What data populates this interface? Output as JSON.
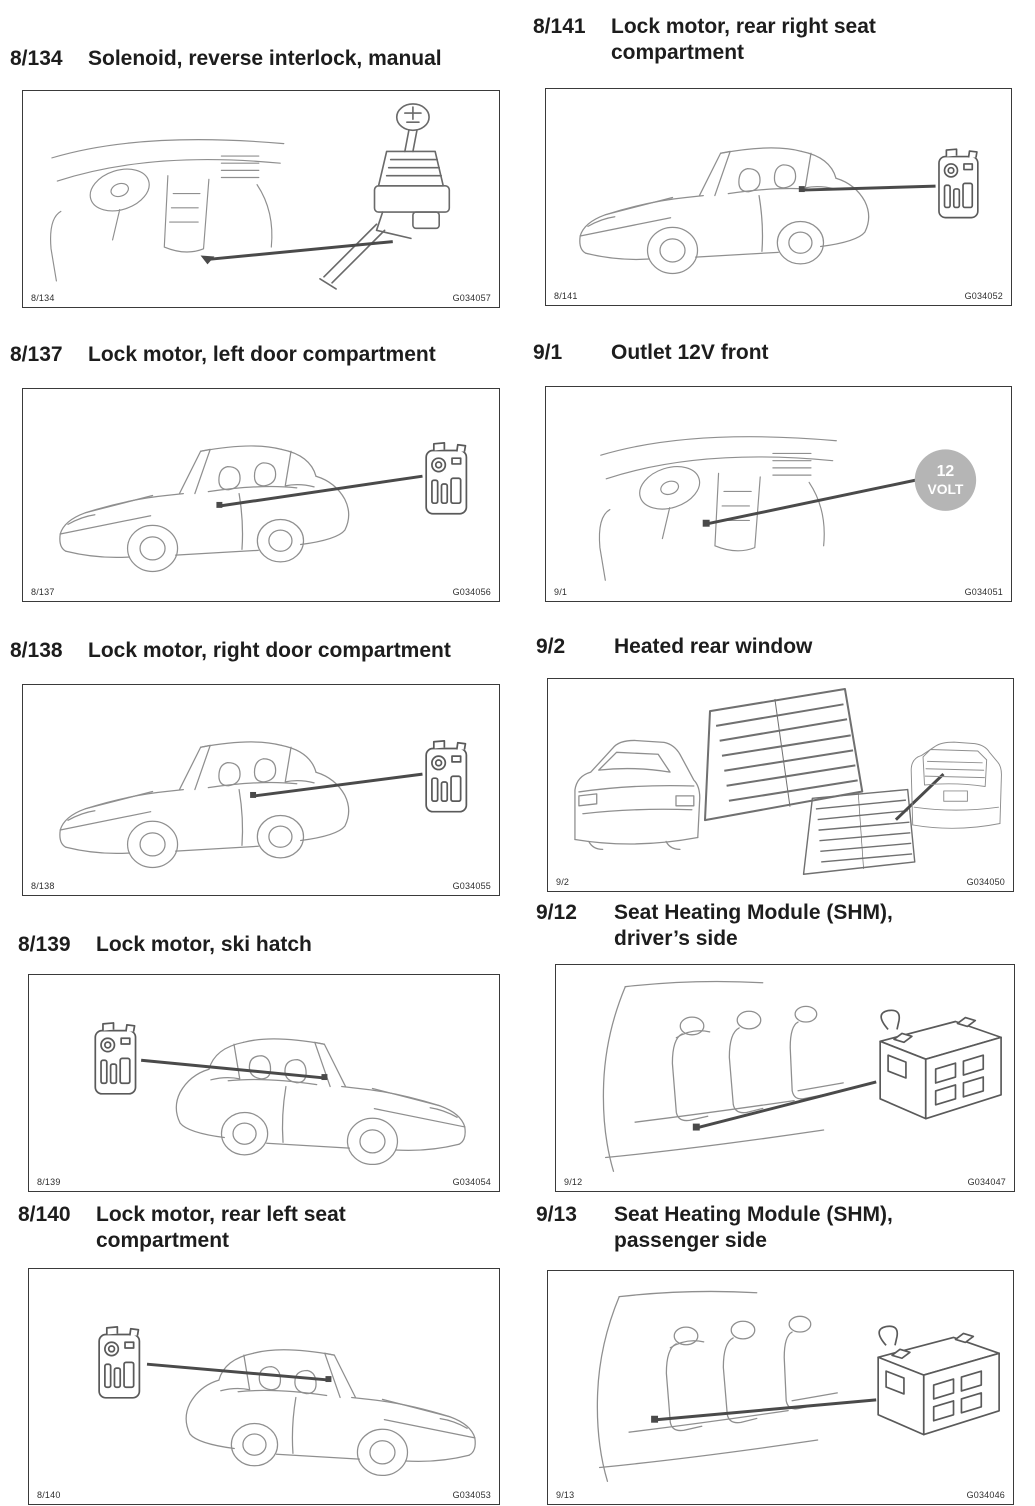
{
  "sections": [
    {
      "number": "8/134",
      "title": "Solenoid, reverse interlock, manual",
      "fig_label": "8/134",
      "fig_code": "G034057"
    },
    {
      "number": "8/137",
      "title": "Lock motor, left door compartment",
      "fig_label": "8/137",
      "fig_code": "G034056"
    },
    {
      "number": "8/138",
      "title": "Lock motor, right door compartment",
      "fig_label": "8/138",
      "fig_code": "G034055"
    },
    {
      "number": "8/139",
      "title": "Lock motor, ski hatch",
      "fig_label": "8/139",
      "fig_code": "G034054"
    },
    {
      "number": "8/140",
      "title": "Lock motor, rear left seat compartment",
      "fig_label": "8/140",
      "fig_code": "G034053"
    },
    {
      "number": "8/141",
      "title": "Lock motor, rear right seat compartment",
      "fig_label": "8/141",
      "fig_code": "G034052"
    },
    {
      "number": "9/1",
      "title": "Outlet 12V front",
      "fig_label": "9/1",
      "fig_code": "G034051"
    },
    {
      "number": "9/2",
      "title": "Heated rear window",
      "fig_label": "9/2",
      "fig_code": "G034050"
    },
    {
      "number": "9/12",
      "title": "Seat Heating Module (SHM), driver’s side",
      "fig_label": "9/12",
      "fig_code": "G034047"
    },
    {
      "number": "9/13",
      "title": "Seat Heating Module (SHM), passenger side",
      "fig_label": "9/13",
      "fig_code": "G034046"
    }
  ],
  "volt_badge": {
    "line1": "12",
    "line2": "VOLT"
  }
}
